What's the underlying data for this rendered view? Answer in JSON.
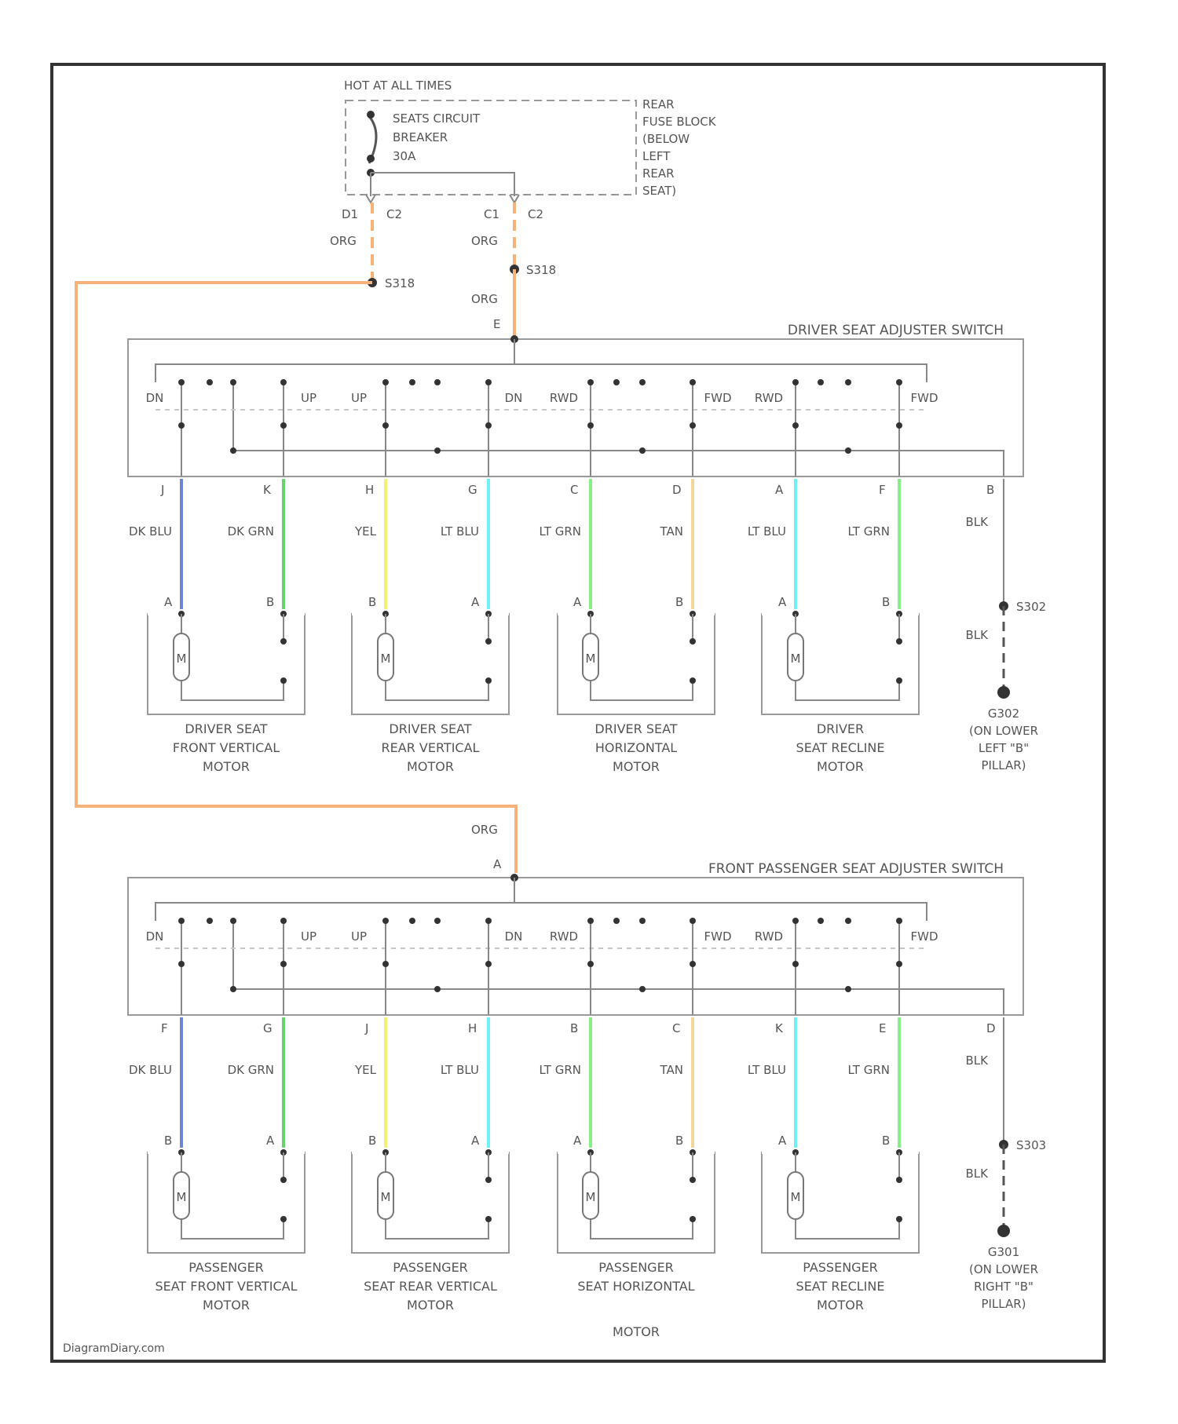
{
  "watermark": "DiagramDiary.com",
  "supply": {
    "hot_label": "HOT AT ALL TIMES",
    "breaker_lines": [
      "SEATS CIRCUIT",
      "BREAKER",
      "30A"
    ],
    "fuse_block_lines": [
      "REAR",
      "FUSE BLOCK",
      "(BELOW",
      "LEFT",
      "REAR",
      "SEAT)"
    ],
    "conn_left": [
      "D1",
      "C2"
    ],
    "conn_right": [
      "C1",
      "C2"
    ],
    "wire_color": "ORG",
    "splice_right": "S318",
    "splice_left": "S318",
    "wire_hex": "#f7b27a"
  },
  "driver": {
    "switch_title": "DRIVER SEAT ADJUSTER SWITCH",
    "input_pin": "E",
    "contact_labels": [
      "DN",
      "UP",
      "UP",
      "DN",
      "RWD",
      "FWD",
      "RWD",
      "FWD"
    ],
    "pins": [
      "J",
      "K",
      "H",
      "G",
      "C",
      "D",
      "A",
      "F"
    ],
    "ground_pin": "B",
    "ground_wire": "BLK",
    "ground_splice": "S302",
    "ground_point": [
      "G302",
      "(ON LOWER",
      "LEFT \"B\"",
      "PILLAR)"
    ],
    "motor_pins": [
      [
        "A",
        "B"
      ],
      [
        "B",
        "A"
      ],
      [
        "A",
        "B"
      ],
      [
        "A",
        "B"
      ]
    ],
    "motors": [
      [
        "DRIVER SEAT",
        "FRONT VERTICAL",
        "MOTOR"
      ],
      [
        "DRIVER SEAT",
        "REAR VERTICAL",
        "MOTOR"
      ],
      [
        "DRIVER SEAT",
        "HORIZONTAL",
        "MOTOR"
      ],
      [
        "DRIVER",
        "SEAT RECLINE",
        "MOTOR"
      ]
    ]
  },
  "passenger": {
    "feed_wire": "ORG",
    "switch_title": "FRONT PASSENGER SEAT ADJUSTER SWITCH",
    "input_pin": "A",
    "contact_labels": [
      "DN",
      "UP",
      "UP",
      "DN",
      "RWD",
      "FWD",
      "RWD",
      "FWD"
    ],
    "pins": [
      "F",
      "G",
      "J",
      "H",
      "B",
      "C",
      "K",
      "E"
    ],
    "ground_pin": "D",
    "ground_wire": "BLK",
    "ground_splice": "S303",
    "ground_point": [
      "G301",
      "(ON LOWER",
      "RIGHT \"B\"",
      "PILLAR)"
    ],
    "motor_pins": [
      [
        "B",
        "A"
      ],
      [
        "B",
        "A"
      ],
      [
        "A",
        "B"
      ],
      [
        "A",
        "B"
      ]
    ],
    "motors": [
      [
        "PASSENGER",
        "SEAT FRONT VERTICAL",
        "MOTOR"
      ],
      [
        "PASSENGER",
        "SEAT REAR VERTICAL",
        "MOTOR"
      ],
      [
        "PASSENGER",
        "SEAT HORIZONTAL",
        ""
      ],
      [
        "PASSENGER",
        "SEAT RECLINE",
        "MOTOR"
      ]
    ],
    "extra_label": "MOTOR"
  },
  "motor_symbol": "M",
  "wires": [
    {
      "label": "DK BLU",
      "hex": "#6f84d6"
    },
    {
      "label": "DK GRN",
      "hex": "#66d46a"
    },
    {
      "label": "YEL",
      "hex": "#f1f175"
    },
    {
      "label": "LT BLU",
      "hex": "#6ff0f2"
    },
    {
      "label": "LT GRN",
      "hex": "#88ee88"
    },
    {
      "label": "TAN",
      "hex": "#f3d69a"
    },
    {
      "label": "LT BLU",
      "hex": "#6ff0f2"
    },
    {
      "label": "LT GRN",
      "hex": "#88ee88"
    }
  ]
}
